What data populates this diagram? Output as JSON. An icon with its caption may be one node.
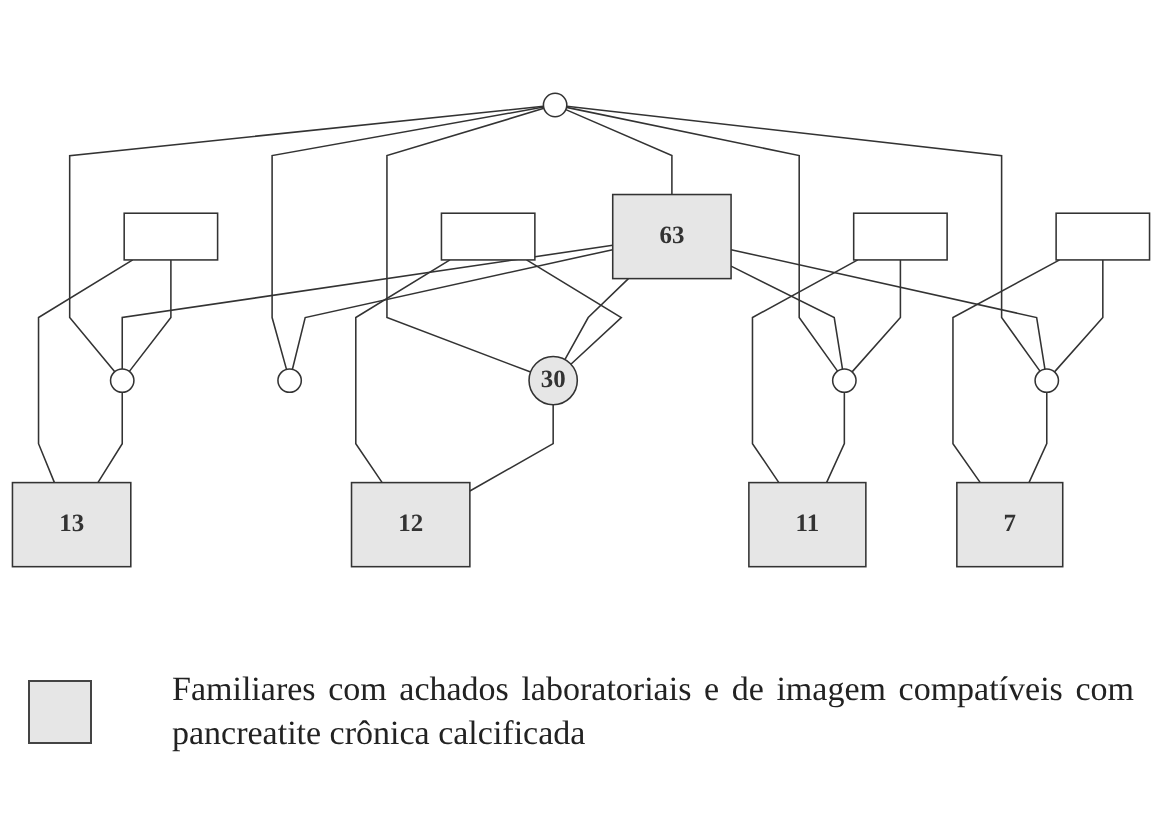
{
  "diagram": {
    "nodes": [
      {
        "text": [],
        "shape": "circle"
      },
      {
        "text": [
          "63"
        ]
      },
      {
        "text": [],
        "shape": "box"
      },
      {
        "text": [],
        "shape": "circle"
      },
      {
        "text": [],
        "shape": "box"
      },
      {
        "text": [
          "30"
        ]
      },
      {
        "text": [],
        "shape": "circle"
      },
      {
        "text": [],
        "shape": "box"
      },
      {
        "text": [],
        "shape": "circle"
      },
      {
        "text": [],
        "shape": "box"
      },
      {
        "text": [],
        "shape": "circle"
      },
      {
        "text": [
          "13"
        ]
      },
      {
        "text": [
          "12"
        ]
      },
      {
        "text": [
          "11"
        ]
      },
      {
        "text": [
          "7"
        ]
      }
    ],
    "edges": [
      {
        "from": 0,
        "to": 1,
        "arrow": "none"
      },
      {
        "from": 0,
        "to": 3,
        "arrow": "none"
      },
      {
        "from": 1,
        "to": 3,
        "arrow": "none"
      },
      {
        "from": 0,
        "to": 5,
        "arrow": "none"
      },
      {
        "from": 1,
        "to": 5,
        "arrow": "none"
      },
      {
        "from": 0,
        "to": 6,
        "arrow": "none"
      },
      {
        "from": 1,
        "to": 6,
        "arrow": "none"
      },
      {
        "from": 0,
        "to": 8,
        "arrow": "none"
      },
      {
        "from": 1,
        "to": 8,
        "arrow": "none"
      },
      {
        "from": 0,
        "to": 10,
        "arrow": "none"
      },
      {
        "from": 1,
        "to": 10,
        "arrow": "none"
      },
      {
        "from": 2,
        "to": 3,
        "arrow": "none"
      },
      {
        "from": 4,
        "to": 5,
        "arrow": "none"
      },
      {
        "from": 7,
        "to": 8,
        "arrow": "none"
      },
      {
        "from": 9,
        "to": 10,
        "arrow": "none"
      },
      {
        "from": 2,
        "to": 11,
        "arrow": "none"
      },
      {
        "from": 3,
        "to": 11,
        "arrow": "none"
      },
      {
        "from": 4,
        "to": 12,
        "arrow": "none"
      },
      {
        "from": 5,
        "to": 12,
        "arrow": "none"
      },
      {
        "from": 7,
        "to": 13,
        "arrow": "none"
      },
      {
        "from": 8,
        "to": 13,
        "arrow": "none"
      },
      {
        "from": 9,
        "to": 14,
        "arrow": "none"
      },
      {
        "from": 10,
        "to": 14,
        "arrow": "none"
      }
    ],
    "legend": [
      {
        "text": "Familiares com achados laboratoriais e de imagem compatíveis com pancreatite crônica calcificada",
        "color": "#e6e6e6"
      }
    ]
  }
}
